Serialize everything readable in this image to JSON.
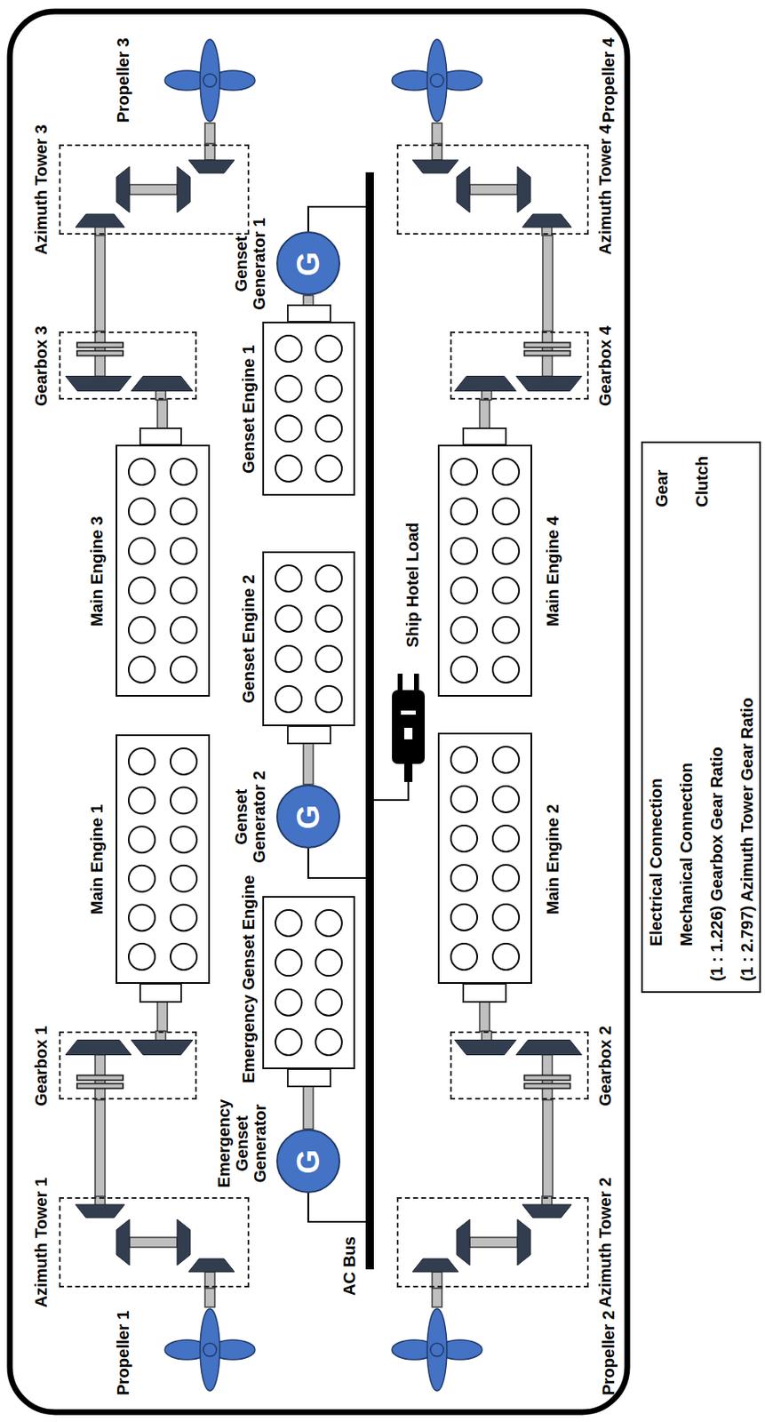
{
  "diagram": {
    "nodes": [
      {
        "text": [
          "Propeller 1"
        ]
      },
      {
        "text": [
          "Azimuth Tower 1"
        ]
      },
      {
        "text": [
          "Gearbox 1"
        ]
      },
      {
        "text": [
          "Main Engine 1"
        ]
      },
      {
        "text": [
          "Main Engine 3"
        ]
      },
      {
        "text": [
          "Gearbox 3"
        ]
      },
      {
        "text": [
          "Azimuth Tower 3"
        ]
      },
      {
        "text": [
          "Propeller 3"
        ]
      },
      {
        "text": [
          "Emergency Genset Generator",
          "G"
        ]
      },
      {
        "text": [
          "Emergency Genset Engine"
        ]
      },
      {
        "text": [
          "Genset Generator 2",
          "G"
        ]
      },
      {
        "text": [
          "Genset Engine 2"
        ]
      },
      {
        "text": [
          "Genset Engine 1"
        ]
      },
      {
        "text": [
          "Genset Generator 1",
          "G"
        ]
      },
      {
        "text": [
          "AC Bus"
        ]
      },
      {
        "text": [
          "Ship Hotel Load"
        ]
      },
      {
        "text": [
          "Propeller 2"
        ]
      },
      {
        "text": [
          "Azimuth Tower 2"
        ]
      },
      {
        "text": [
          "Gearbox 2"
        ]
      },
      {
        "text": [
          "Main Engine 2"
        ]
      },
      {
        "text": [
          "Main Engine 4"
        ]
      },
      {
        "text": [
          "Gearbox 4"
        ]
      },
      {
        "text": [
          "Azimuth Tower 4"
        ]
      },
      {
        "text": [
          "Propeller 4"
        ]
      }
    ],
    "edges": [
      {
        "from": 3,
        "to": 2,
        "arrow": "none"
      },
      {
        "from": 2,
        "to": 1,
        "arrow": "none"
      },
      {
        "from": 1,
        "to": 0,
        "arrow": "none"
      },
      {
        "from": 4,
        "to": 5,
        "arrow": "none"
      },
      {
        "from": 5,
        "to": 6,
        "arrow": "none"
      },
      {
        "from": 6,
        "to": 7,
        "arrow": "none"
      },
      {
        "from": 9,
        "to": 8,
        "arrow": "none"
      },
      {
        "from": 11,
        "to": 10,
        "arrow": "none"
      },
      {
        "from": 12,
        "to": 13,
        "arrow": "none"
      },
      {
        "from": 8,
        "to": 14,
        "arrow": "none"
      },
      {
        "from": 10,
        "to": 14,
        "arrow": "none"
      },
      {
        "from": 13,
        "to": 14,
        "arrow": "none"
      },
      {
        "from": 14,
        "to": 15,
        "arrow": "none"
      },
      {
        "from": 19,
        "to": 18,
        "arrow": "none"
      },
      {
        "from": 18,
        "to": 17,
        "arrow": "none"
      },
      {
        "from": 17,
        "to": 16,
        "arrow": "none"
      },
      {
        "from": 20,
        "to": 21,
        "arrow": "none"
      },
      {
        "from": 21,
        "to": 22,
        "arrow": "none"
      },
      {
        "from": 22,
        "to": 23,
        "arrow": "none"
      }
    ],
    "legend": [
      {
        "text": "Electrical Connection"
      },
      {
        "text": "Mechanical Connection"
      },
      {
        "text": "(1 : 1.226) Gearbox Gear Ratio"
      },
      {
        "text": "(1 : 2.797) Azimuth Tower Gear Ratio"
      },
      {
        "text": "Gear"
      },
      {
        "text": "Clutch"
      }
    ]
  }
}
